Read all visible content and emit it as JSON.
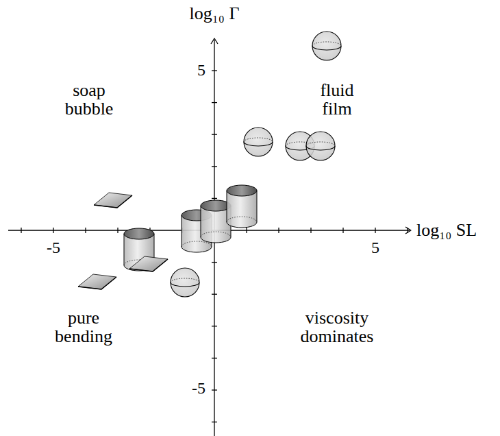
{
  "diagram": {
    "labels": [
      "log₁₀ Γ",
      "5",
      "-5",
      "log₁₀ SL",
      "-5",
      "5",
      "soap bubble",
      "fluid film",
      "pure bending",
      "viscosity dominates"
    ]
  }
}
